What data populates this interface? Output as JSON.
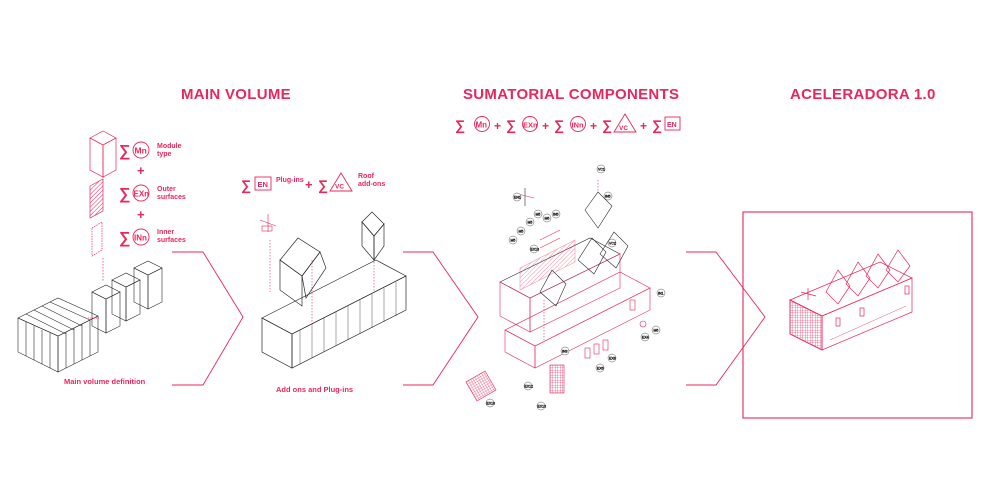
{
  "titles": {
    "main_volume": "MAIN VOLUME",
    "sumatorial": "SUMATORIAL COMPONENTS",
    "aceleradora": "ACELERADORA 1.0"
  },
  "legend": {
    "module_type": "Module type",
    "outer_surfaces": "Outer surfaces",
    "inner_surfaces": "Inner surfaces",
    "plug_ins": "Plug-ins",
    "roof_add_ons": "Roof add-ons"
  },
  "symbols": {
    "mn": "Mn",
    "exn": "EXn",
    "inn": "INn",
    "en": "EN",
    "vc": "VC",
    "sum": "∑",
    "plus": "+"
  },
  "captions": {
    "main_volume_definition": "Main volume definition",
    "add_ons_plug_ins": "Add ons and Plug-ins"
  },
  "tags": [
    "EN1",
    "VC1",
    "M5",
    "M6",
    "IN5",
    "M5",
    "M5",
    "M5",
    "VC2",
    "IN5",
    "IN1",
    "IN3",
    "EX13",
    "EX8",
    "EX6",
    "EX12",
    "EX10",
    "EX13",
    "M6",
    "EX4"
  ],
  "colors": {
    "accent": "#e8275c",
    "line": "#2a2a2a"
  }
}
